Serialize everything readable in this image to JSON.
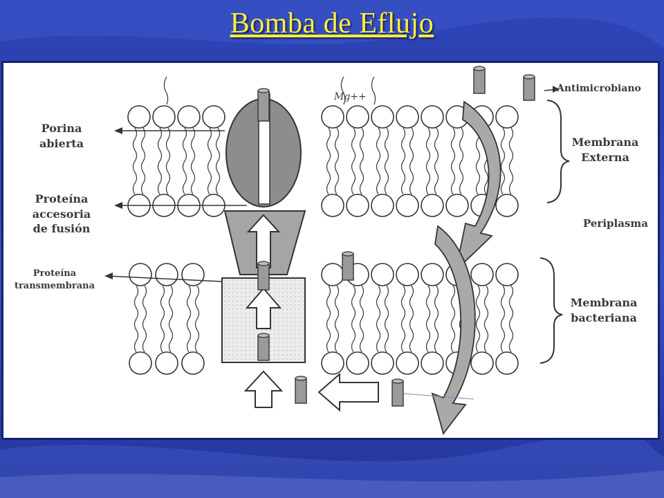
{
  "slide": {
    "title": "Bomba de Eflujo"
  },
  "diagram": {
    "labels": {
      "porina": "Porina\nabierta",
      "accesoria": "Proteína\naccesoria\nde fusión",
      "transmembrana": "Proteína\ntransmembrana",
      "antimicrobiano": "Antimicrobiano",
      "membrana_externa": "Membrana\nExterna",
      "periplasma": "Periplasma",
      "membrana_bacteriana": "Membrana\nbacteriana",
      "mg": "Mg++"
    }
  },
  "colors": {
    "title": "#ffef3a",
    "background": "#2f46b8",
    "frame_border": "#15216e",
    "protein_fill": "#8c8c8c",
    "line": "#3a3a3a"
  }
}
